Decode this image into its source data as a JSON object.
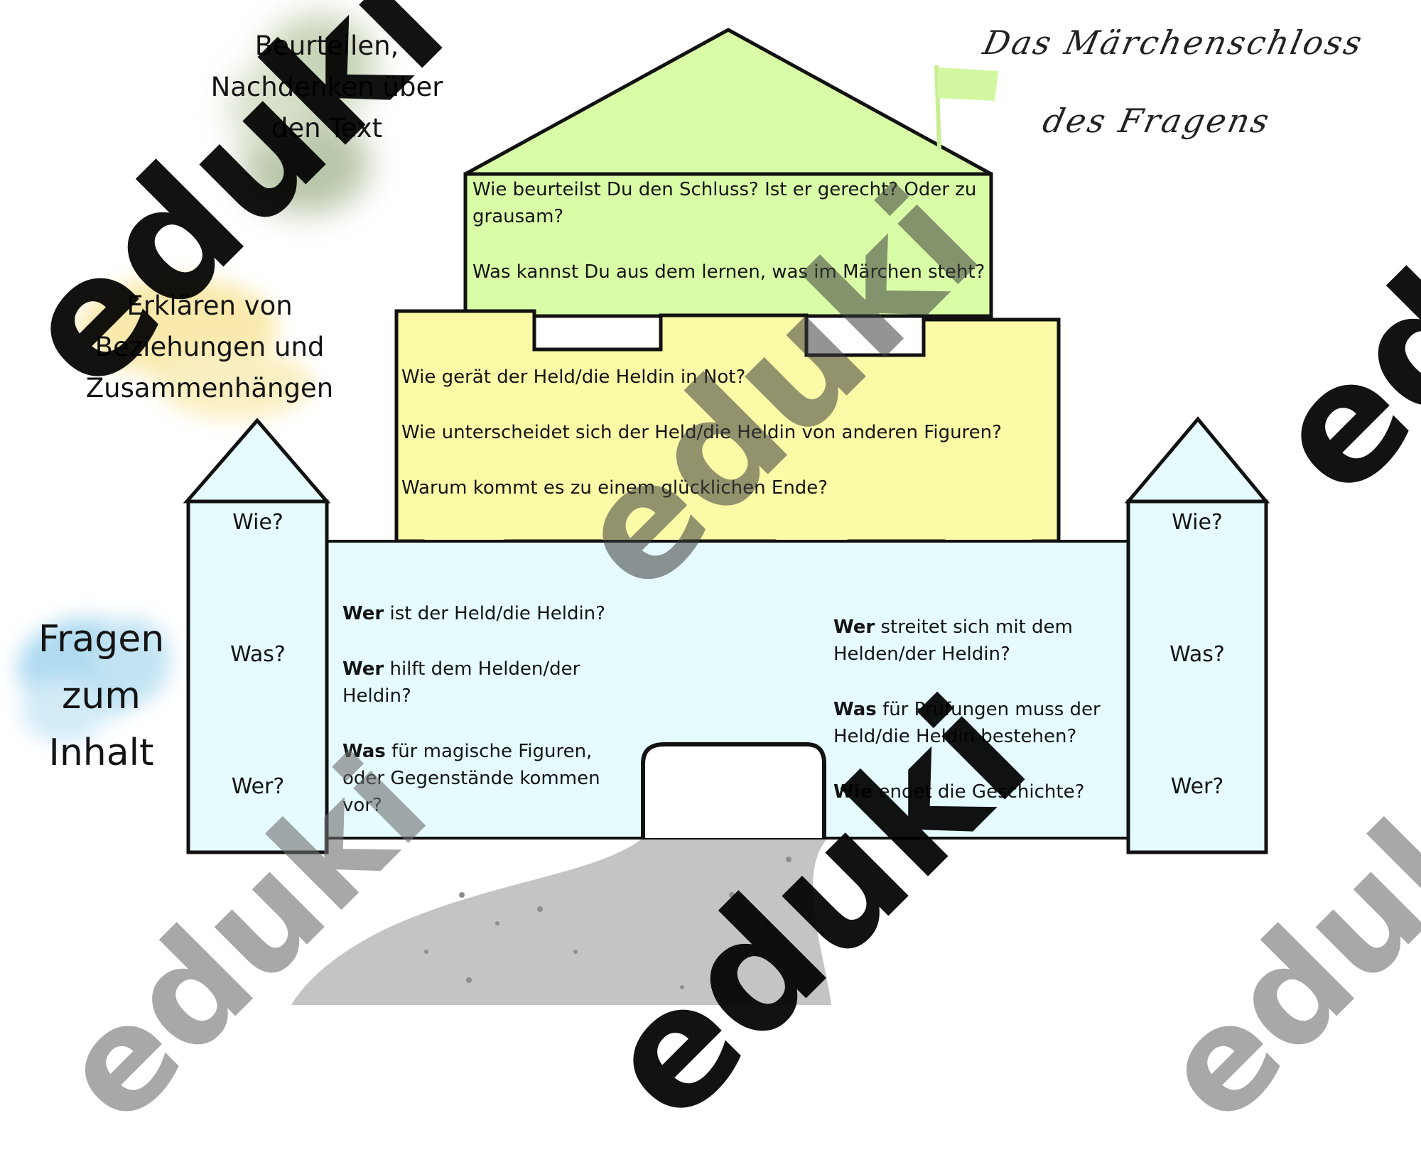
{
  "title": "Das Märchenschloss des Fragens",
  "colors": {
    "roof": "#d9fca6",
    "middle": "#fbfaa6",
    "base": "#e5fbfd",
    "stroke": "#111111",
    "flag": "#d2f7a1"
  },
  "labels": {
    "top": [
      "Beurteilen,",
      "Nachdenken über",
      "den Text"
    ],
    "middle": [
      "Erklären von",
      "Beziehungen und",
      "Zusammenhängen"
    ],
    "bottom": [
      "Fragen",
      "zum",
      "Inhalt"
    ]
  },
  "roof_questions": [
    "Wie beurteilst Du den Schluss? Ist er gerecht? Oder zu grausam?",
    "Was kannst Du aus dem lernen, was im Märchen steht?"
  ],
  "middle_questions": [
    "Wie gerät der Held/die Heldin in Not?",
    "Wie unterscheidet sich der Held/die Heldin von anderen Figuren?",
    "Warum kommt es zu einem glücklichen Ende?"
  ],
  "base_left_questions": [
    {
      "bold": "Wer",
      "rest": " ist der Held/die Heldin?"
    },
    {
      "bold": "Wer",
      "rest": " hilft dem Helden/der Heldin?"
    },
    {
      "bold": "Was",
      "rest": " für magische Figuren, oder Gegenstände kommen vor?"
    }
  ],
  "base_right_questions": [
    {
      "bold": "Wer",
      "rest": " streitet sich mit dem Helden/der Heldin?"
    },
    {
      "bold": "Was",
      "rest": " für Prüfungen muss der Held/die Heldin bestehen?"
    },
    {
      "bold": "Wie",
      "rest": " endet die Geschichte?"
    }
  ],
  "tower_left": [
    "Wie?",
    "Was?",
    "Wer?"
  ],
  "tower_right": [
    "Wie?",
    "Was?",
    "Wer?"
  ],
  "watermark": "eduki"
}
